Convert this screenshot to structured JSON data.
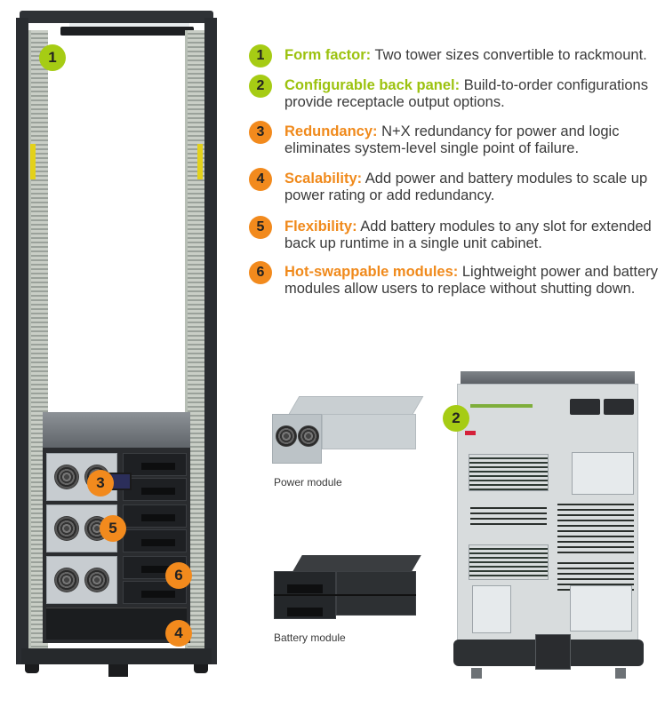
{
  "features": [
    {
      "number": "1",
      "title": "Form factor:",
      "description": " Two tower sizes convertible to rackmount.",
      "color": "#a6cc14"
    },
    {
      "number": "2",
      "title": "Configurable back panel:",
      "description": " Build-to-order configurations provide receptacle output options.",
      "color": "#a6cc14"
    },
    {
      "number": "3",
      "title": "Redundancy:",
      "description": " N+X redundancy for power and logic eliminates system-level single point of failure.",
      "color": "#f28a1d"
    },
    {
      "number": "4",
      "title": "Scalability:",
      "description": " Add power and battery modules to scale up power rating or add redundancy.",
      "color": "#f28a1d"
    },
    {
      "number": "5",
      "title": "Flexibility:",
      "description": " Add battery modules to any slot for extended back up runtime in a single unit cabinet.",
      "color": "#f28a1d"
    },
    {
      "number": "6",
      "title": "Hot-swappable modules:",
      "description": " Lightweight power and battery modules allow users to replace without shutting down.",
      "color": "#f28a1d"
    }
  ],
  "images": {
    "rack": {
      "callouts": [
        "1",
        "3",
        "5",
        "6",
        "4"
      ]
    },
    "power_module": {
      "caption": "Power module"
    },
    "battery_module": {
      "caption": "Battery module"
    },
    "cabinet_rear": {
      "callouts": [
        "2"
      ]
    }
  },
  "colors": {
    "green_accent": "#a6cc14",
    "green_title": "#9cc20f",
    "orange_accent": "#f28a1d",
    "orange_title": "#f08a1c",
    "body_text": "#3a3a3a"
  }
}
